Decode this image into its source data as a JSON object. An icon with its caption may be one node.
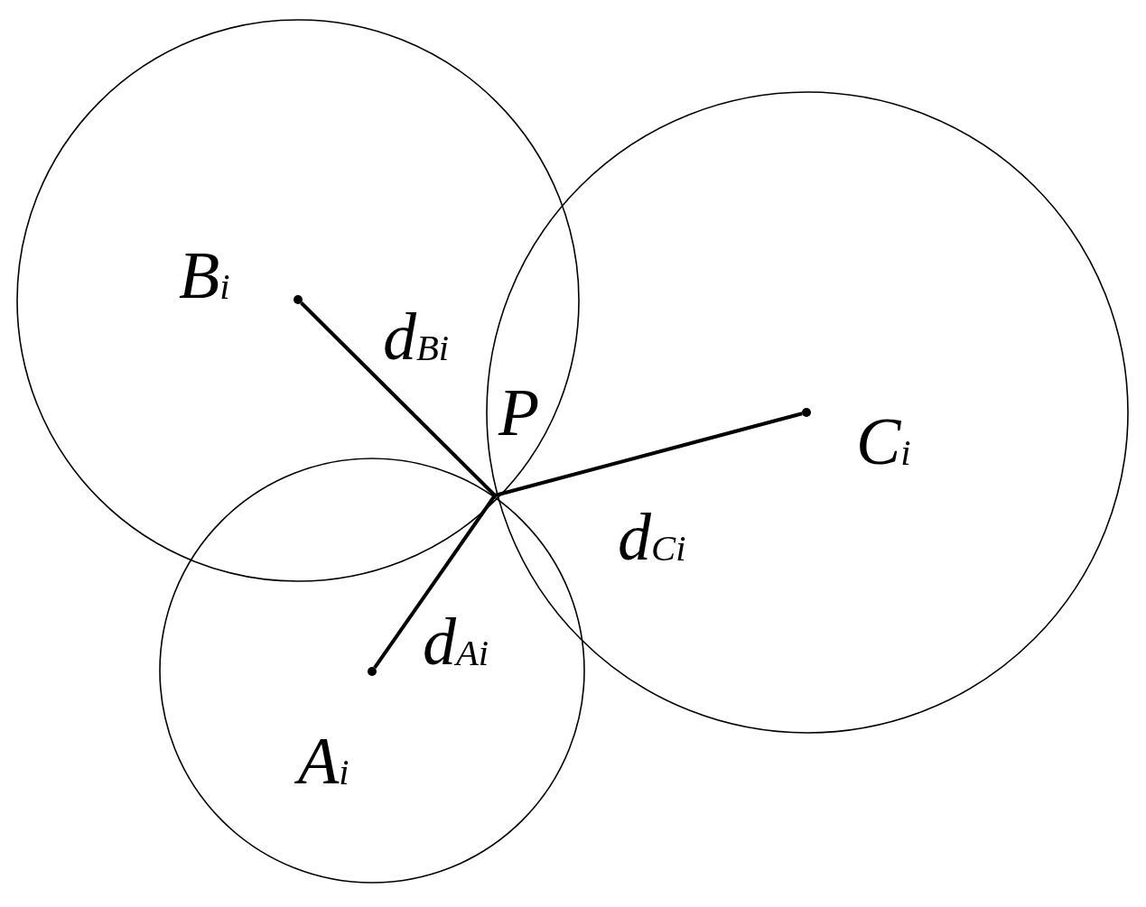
{
  "diagram": {
    "nodes": [
      {
        "text": [],
        "shape": "circle",
        "beside": [
          "B$_{i}$"
        ]
      },
      {
        "text": [],
        "shape": "circle",
        "beside": [
          "C$_{i}$"
        ]
      },
      {
        "text": [],
        "shape": "circle",
        "beside": [
          "A$_{i}$"
        ]
      }
    ],
    "edges": [
      {
        "from": 0,
        "to": null,
        "arrow": "none",
        "label": "d$_{Bi}$"
      },
      {
        "from": 1,
        "to": null,
        "arrow": "none",
        "label": "d$_{Ci}$"
      },
      {
        "from": 2,
        "to": null,
        "arrow": "none",
        "label": "d$_{Ai}$"
      }
    ],
    "labels": [
      "P"
    ]
  }
}
